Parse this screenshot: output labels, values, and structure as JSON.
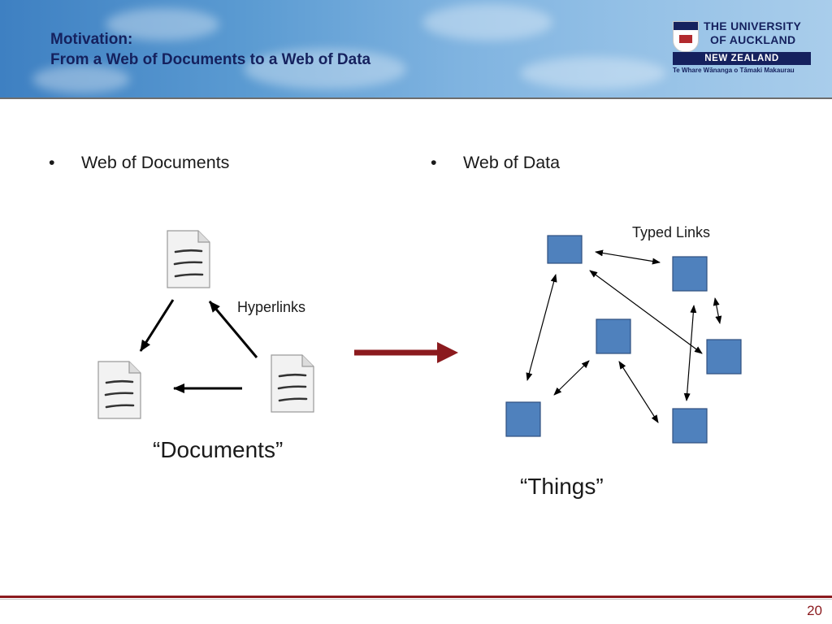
{
  "header": {
    "title_line1": "Motivation:",
    "title_line2": "From a Web of Documents to a Web of Data"
  },
  "logo": {
    "line1": "THE UNIVERSITY",
    "line2": "OF AUCKLAND",
    "line3": "NEW ZEALAND",
    "line4": "Te Whare Wānanga o Tāmaki Makaurau"
  },
  "left": {
    "bullet": "•",
    "heading": "Web of Documents",
    "link_label": "Hyperlinks",
    "caption": "“Documents”"
  },
  "right": {
    "bullet": "•",
    "heading": "Web of Data",
    "link_label": "Typed Links",
    "caption": "“Things”"
  },
  "footer": {
    "page_number": "20"
  },
  "colors": {
    "title": "#15215e",
    "node_fill": "#4f81bd",
    "node_stroke": "#2f4f7f",
    "transition_arrow": "#8b1a1e",
    "footer_rule": "#8b1a1e"
  }
}
